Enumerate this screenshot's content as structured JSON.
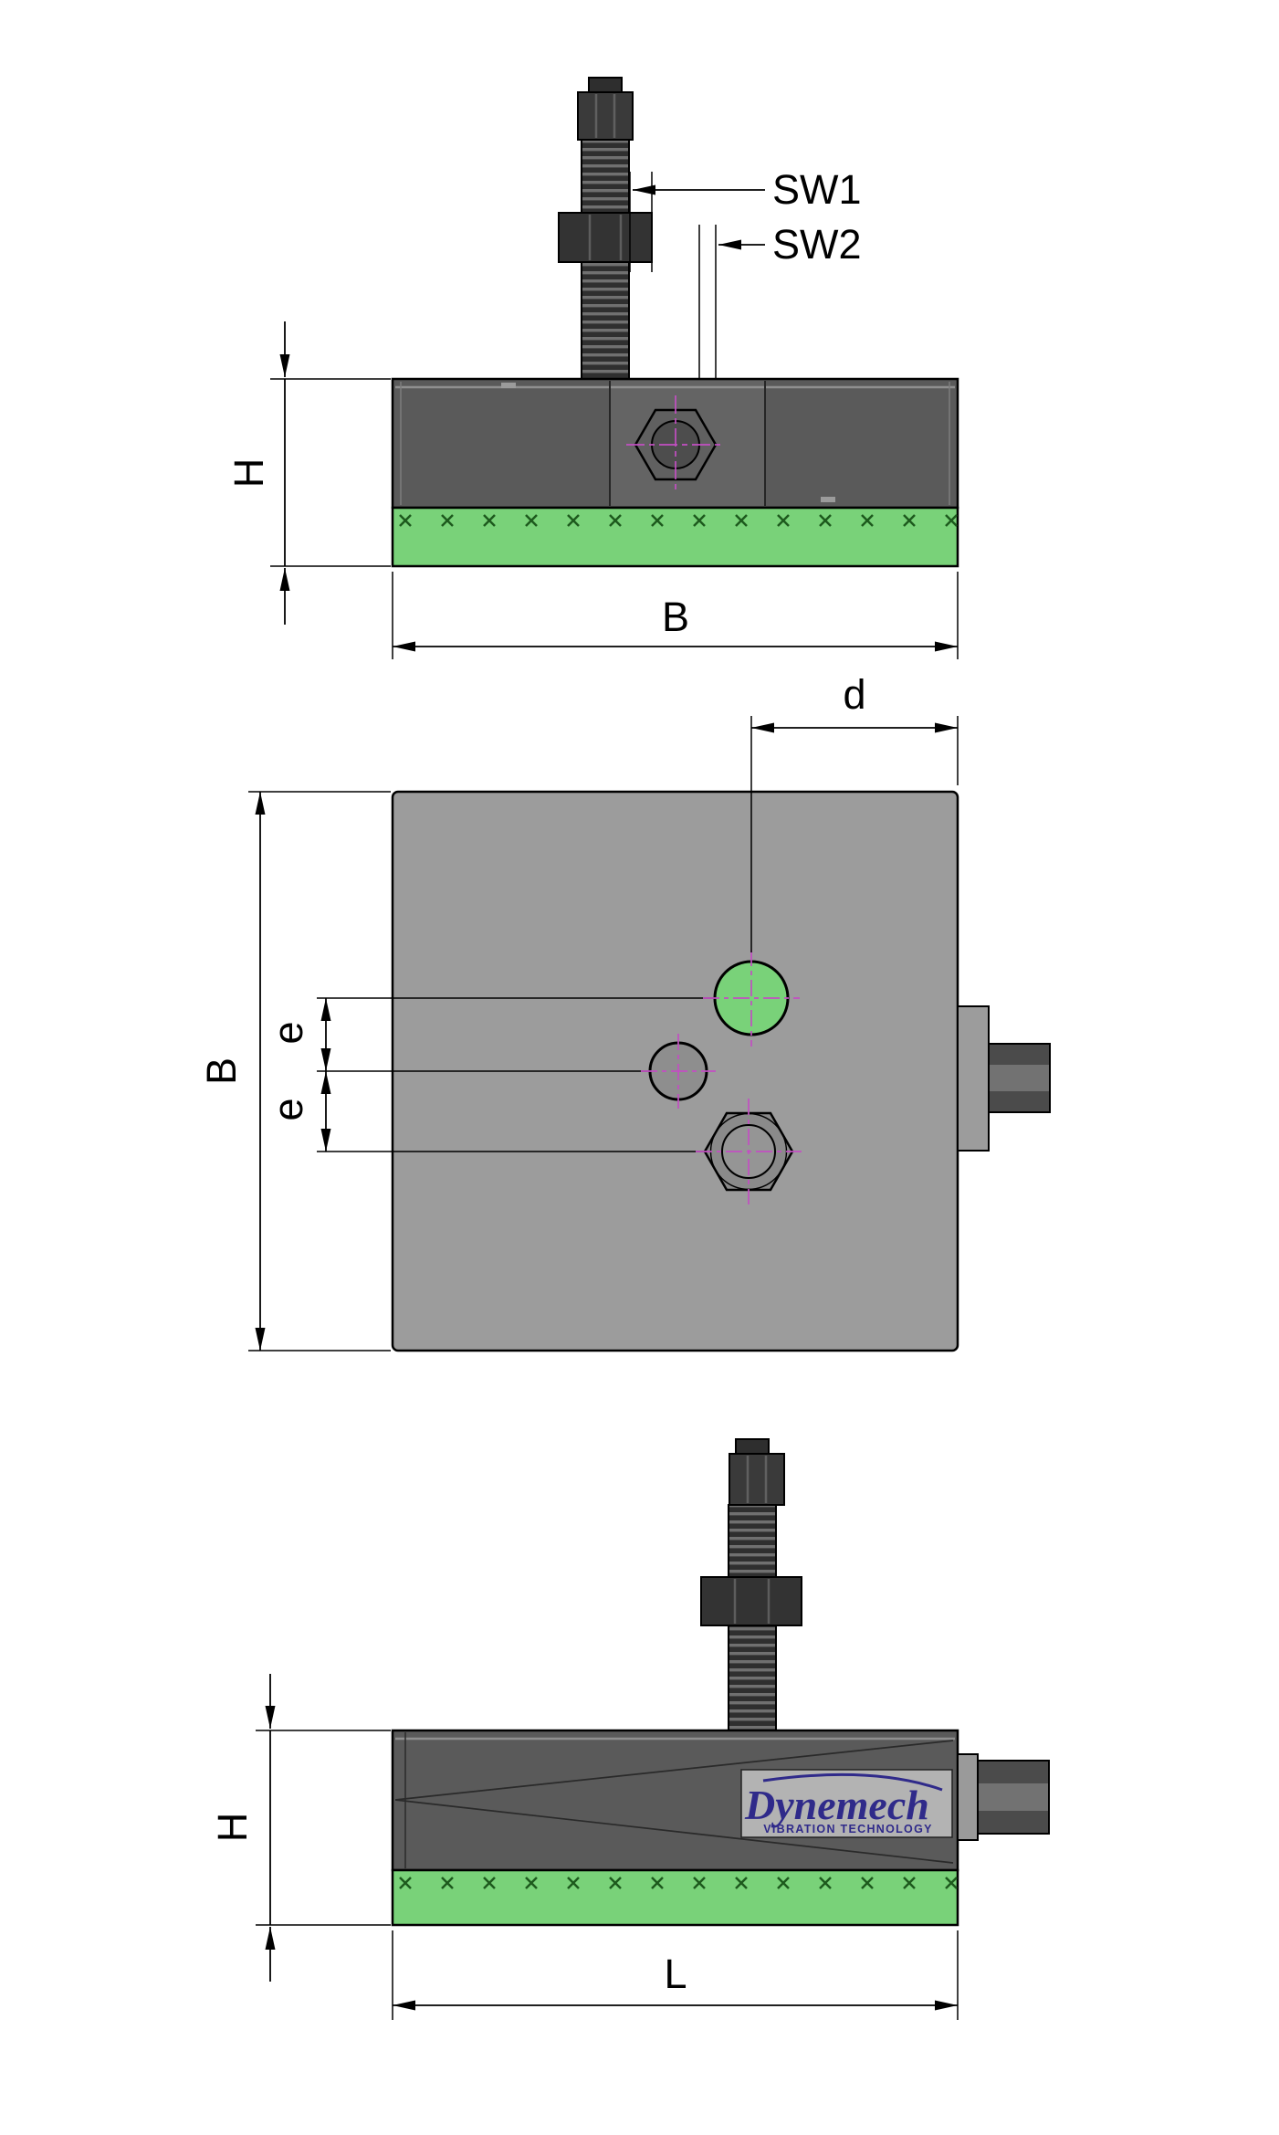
{
  "front": {
    "sw1": "SW1",
    "sw2": "SW2",
    "h": "H",
    "b": "B"
  },
  "plan": {
    "d": "d",
    "b": "B",
    "e1": "e",
    "e2": "e"
  },
  "side": {
    "h": "H",
    "l": "L"
  },
  "logo": {
    "brand": "Dynemech",
    "tagline": "VIBRATION TECHNOLOGY"
  },
  "colors": {
    "pad_green": "#79d279",
    "centerline": "#c24fc2",
    "logo_purple": "#2f2a8a"
  }
}
